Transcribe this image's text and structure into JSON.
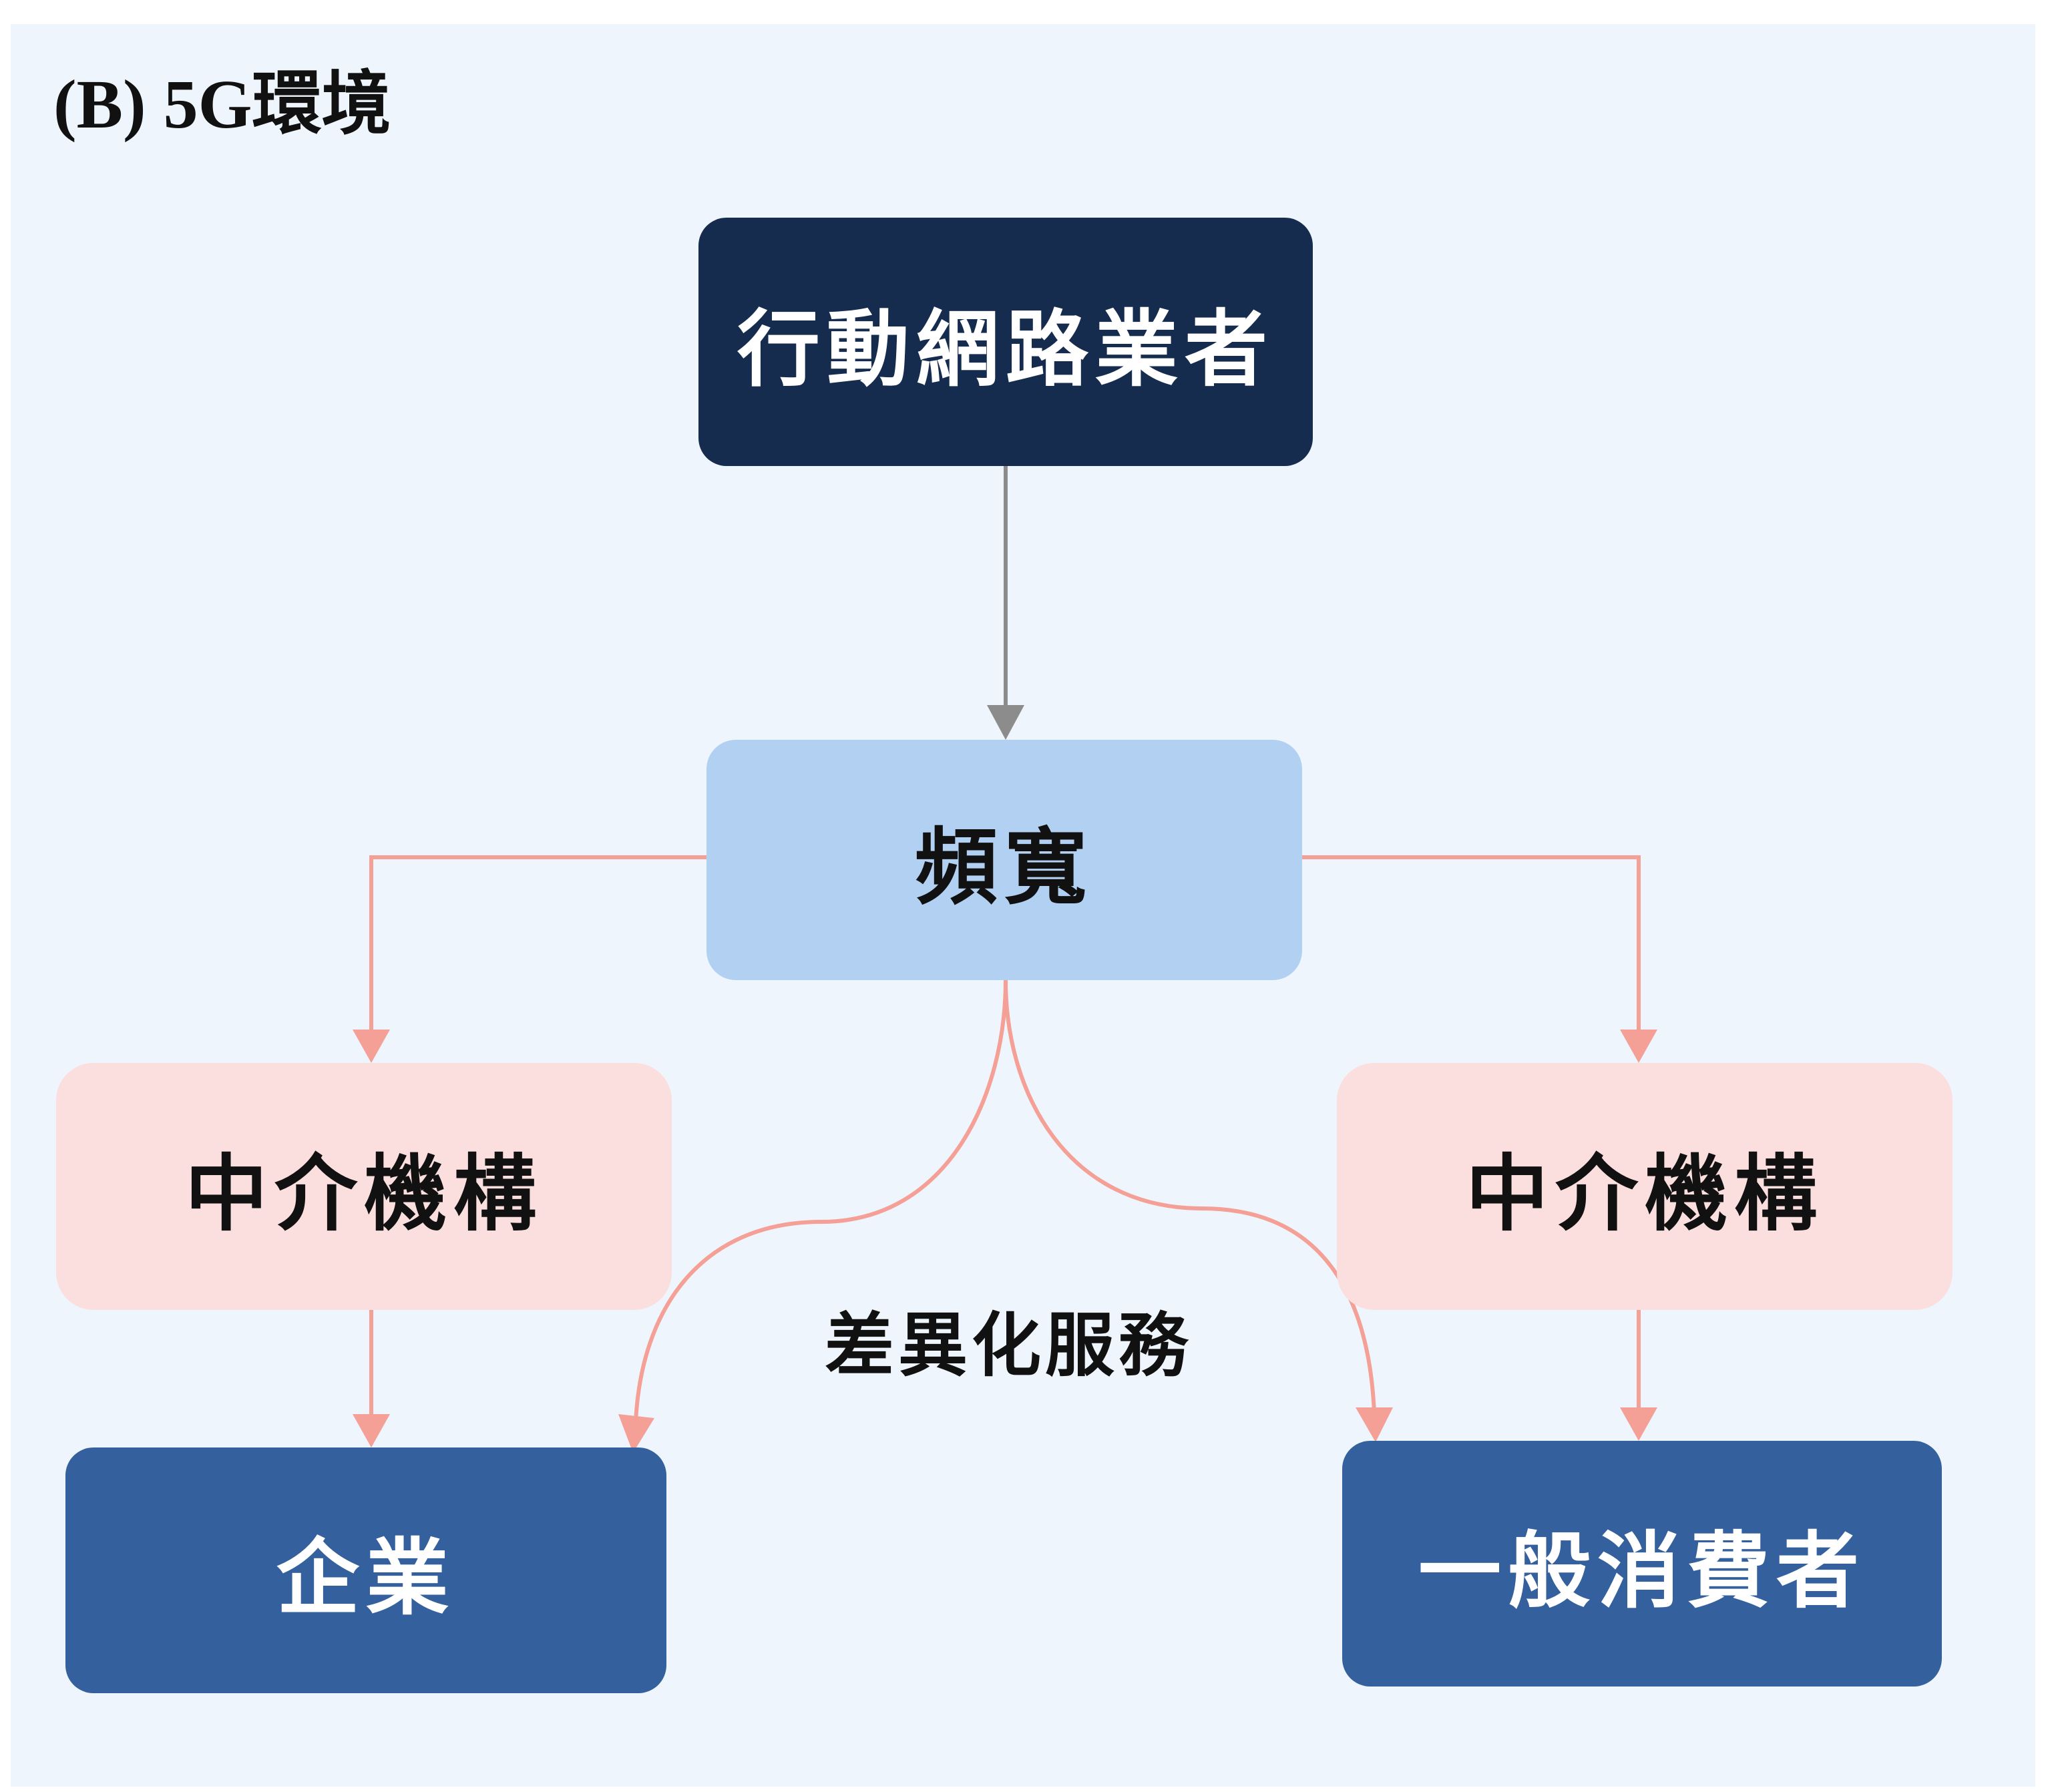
{
  "title": "(B) 5G環境",
  "nodes": {
    "operator": "行動網路業者",
    "bandwidth": "頻寬",
    "intermediary_left": "中介機構",
    "intermediary_right": "中介機構",
    "enterprise": "企業",
    "consumer": "一般消費者"
  },
  "edge_label": "差異化服務",
  "colors": {
    "background": "#eff5fc",
    "operator_fill": "#152c4f",
    "bandwidth_fill": "#b2d0f1",
    "intermediary_fill": "#fbdfdf",
    "end_user_fill": "#34619e",
    "gray_arrow": "#8c8c8c",
    "pink_arrow": "#f4a097"
  }
}
